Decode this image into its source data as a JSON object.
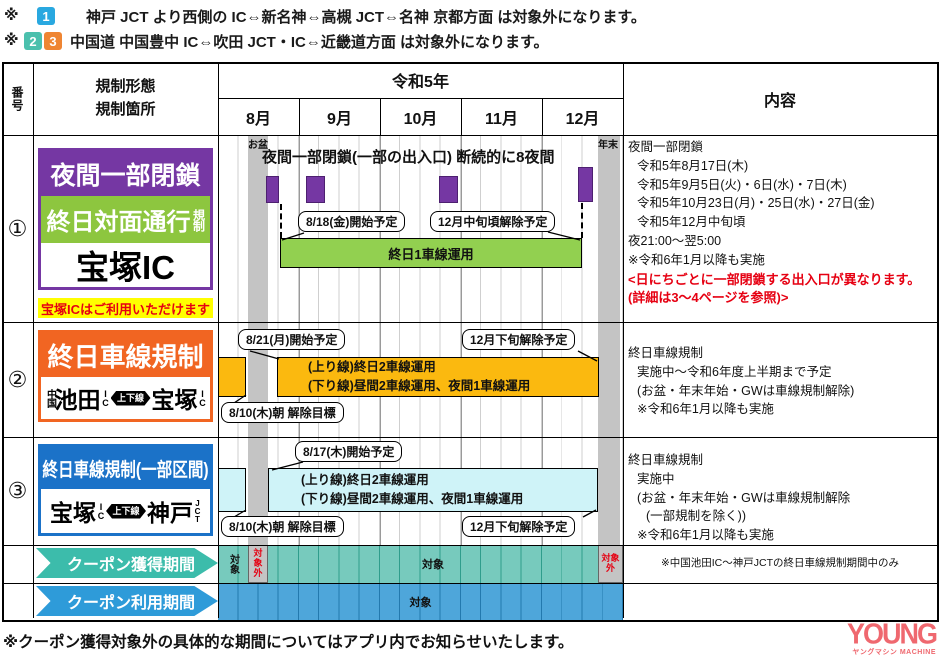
{
  "notes_top": {
    "mark": "※",
    "note1": {
      "badge": "1",
      "text": "神戸 JCT より西側の IC⇔新名神⇔高槻 JCT⇔名神 京都方面  は対象外になります。"
    },
    "note2": {
      "badge_a": "2",
      "badge_b": "3",
      "text": "中国道 中国豊中 IC⇔吹田 JCT・IC⇔近畿道方面  は対象外になります。"
    }
  },
  "table_header": {
    "number": "番号",
    "form_line1": "規制形態",
    "form_line2": "規制箇所",
    "year": "令和5年",
    "months": [
      "8月",
      "9月",
      "10月",
      "11月",
      "12月"
    ],
    "content": "内容"
  },
  "bands": {
    "obon": "お盆",
    "yearend": "年末"
  },
  "row1": {
    "no": "①",
    "badge": {
      "line1": "夜間一部閉鎖",
      "line2": "終日対面通行",
      "line2_sub": "規制",
      "line3": "宝塚IC"
    },
    "badge_note": "宝塚ICはご利用いただけます",
    "timeline": {
      "heading": "夜間一部閉鎖(一部の出入口) 断続的に8夜間",
      "callout_start": "8/18(金)開始予定",
      "callout_end": "12月中旬頃解除予定",
      "bar": "終日1車線運用"
    },
    "content": {
      "title": "夜間一部閉鎖",
      "dates": [
        "令和5年8月17日(木)",
        "令和5年9月5日(火)・6日(水)・7日(木)",
        "令和5年10月23日(月)・25日(水)・27日(金)",
        "令和5年12月中旬頃"
      ],
      "time": "夜21:00〜翌5:00",
      "note": "※令和6年1月以降も実施",
      "alert": "<日にちごとに一部閉鎖する出入口が異なります。(詳細は3〜4ページを参照)>"
    }
  },
  "row2": {
    "no": "②",
    "badge": {
      "line1": "終日車線規制",
      "route_prefix": "中国",
      "route_a": "池田",
      "route_a_suffix": "IC",
      "route_mid": "上下線",
      "route_b": "宝塚",
      "route_b_suffix": "IC"
    },
    "timeline": {
      "callout_start": "8/21(月)開始予定",
      "callout_end": "12月下旬解除予定",
      "callout_release": "8/10(木)朝 解除目標",
      "bar_line1": "(上り線)終日2車線運用",
      "bar_line2": "(下り線)昼間2車線運用、夜間1車線運用"
    },
    "content": {
      "title": "終日車線規制",
      "lines": [
        "実施中〜令和6年度上半期まで予定",
        "(お盆・年末年始・GWは車線規制解除)",
        "※令和6年1月以降も実施"
      ]
    }
  },
  "row3": {
    "no": "③",
    "badge": {
      "line1": "終日車線規制(一部区間)",
      "route_a": "宝塚",
      "route_a_suffix": "IC",
      "route_mid": "上下線",
      "route_b": "神戸",
      "route_b_suffix": "JCT"
    },
    "timeline": {
      "callout_start": "8/17(木)開始予定",
      "callout_end": "12月下旬解除予定",
      "callout_release": "8/10(木)朝 解除目標",
      "bar_line1": "(上り線)終日2車線運用",
      "bar_line2": "(下り線)昼間2車線運用、夜間1車線運用"
    },
    "content": {
      "title": "終日車線規制",
      "lines": [
        "実施中",
        "(お盆・年末年始・GWは車線規制解除",
        "(一部規制を除く))",
        "※令和6年1月以降も実施"
      ]
    }
  },
  "coupon_get": {
    "label": "クーポン獲得期間",
    "cell_target_left": "対象",
    "cell_excluded_obon": "対象外",
    "cell_target_main": "対象",
    "cell_excluded_yearend": "対象外",
    "note": "※中国池田IC〜神戸JCTの終日車線規制期間中のみ"
  },
  "coupon_use": {
    "label": "クーポン利用期間",
    "cell_target": "対象"
  },
  "bottom_note": "※クーポン獲得対象外の具体的な期間についてはアプリ内でお知らせいたします。",
  "logo": {
    "top": "YOUNG",
    "sub": "ヤングマシン MACHINE"
  },
  "colors": {
    "badge1": "#29a8e0",
    "badge2": "#4bc0ad",
    "badge3": "#ef8532",
    "purple": "#7537a3",
    "green_label": "#8dc63f",
    "green_bar": "#92d050",
    "orange_label": "#f16522",
    "gold_bar": "#fbb90f",
    "blue_label": "#1b72c8",
    "cyan_bar": "#cff3f8",
    "teal_arrow": "#3cbcab",
    "blue_arrow": "#2e9bd9",
    "coupon_teal": "#77cabd",
    "coupon_blue": "#4ea6da",
    "band_gray": "#c4c4c4",
    "alert_red": "#e60012"
  }
}
